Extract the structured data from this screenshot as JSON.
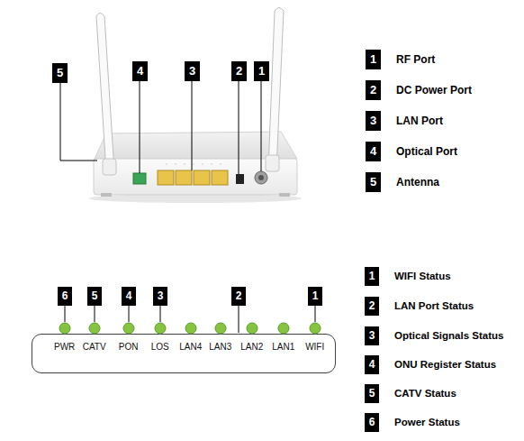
{
  "diagram": {
    "nodes": [
      {
        "text": [
          "PWR",
          "CATV",
          "PON",
          "LOS",
          "LAN4",
          "LAN3",
          "LAN2",
          "LAN1",
          "WIFI"
        ]
      }
    ],
    "labels": [
      "5",
      "4",
      "3",
      "2",
      "1",
      "1",
      "RF Port",
      "2",
      "DC Power Port",
      "3",
      "LAN Port",
      "4",
      "Optical Port",
      "5",
      "Antenna",
      "6",
      "5",
      "4",
      "3",
      "2",
      "1",
      "1",
      "WIFI Status",
      "2",
      "LAN Port Status",
      "3",
      "Optical Signals Status",
      "4",
      "ONU Register Status",
      "5",
      "CATV Status",
      "6",
      "Power Status"
    ]
  }
}
